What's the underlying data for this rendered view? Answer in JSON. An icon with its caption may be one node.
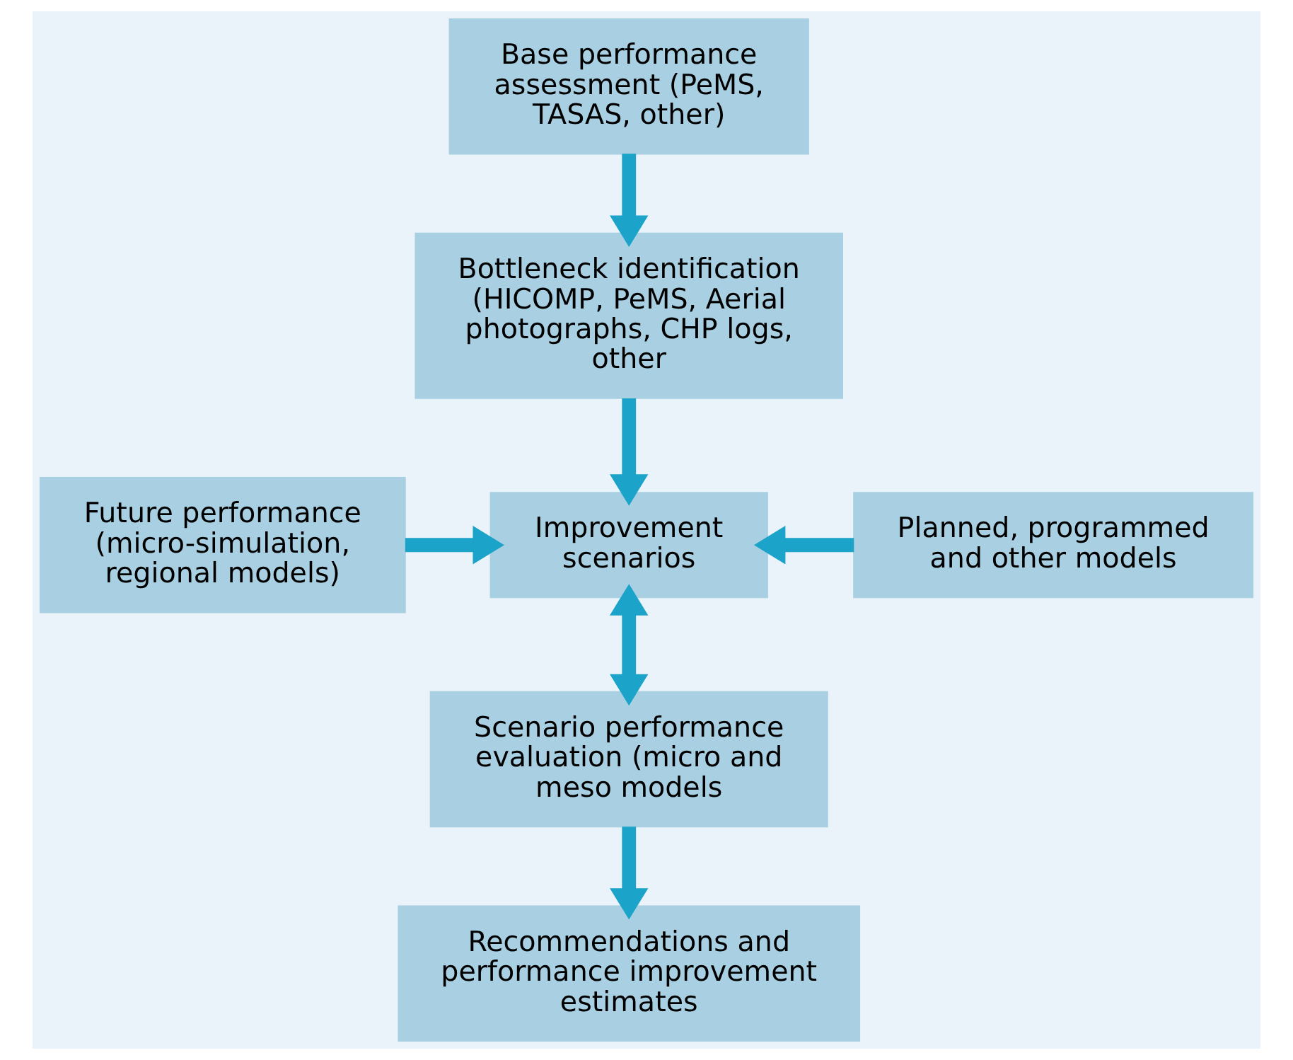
{
  "diagram": {
    "nodes": [
      {
        "text": [
          "Base performance assessment (PeMS, TASAS, other)"
        ]
      },
      {
        "text": [
          "Bottleneck identification (HICOMP, PeMS, Aerial photographs, CHP logs, other"
        ]
      },
      {
        "text": [
          "Future performance (micro-simulation, regional models)"
        ]
      },
      {
        "text": [
          "Improvement scenarios"
        ]
      },
      {
        "text": [
          "Planned, programmed and other models"
        ]
      },
      {
        "text": [
          "Scenario performance evaluation (micro and meso models"
        ]
      },
      {
        "text": [
          "Recommendations and performance improvement estimates"
        ]
      }
    ],
    "edges": [
      {
        "from": 0,
        "to": 1,
        "arrow": "to"
      },
      {
        "from": 1,
        "to": 3,
        "arrow": "to"
      },
      {
        "from": 2,
        "to": 3,
        "arrow": "to"
      },
      {
        "from": 4,
        "to": 3,
        "arrow": "to"
      },
      {
        "from": 3,
        "to": 5,
        "arrow": "both"
      },
      {
        "from": 5,
        "to": 6,
        "arrow": "to"
      }
    ]
  }
}
